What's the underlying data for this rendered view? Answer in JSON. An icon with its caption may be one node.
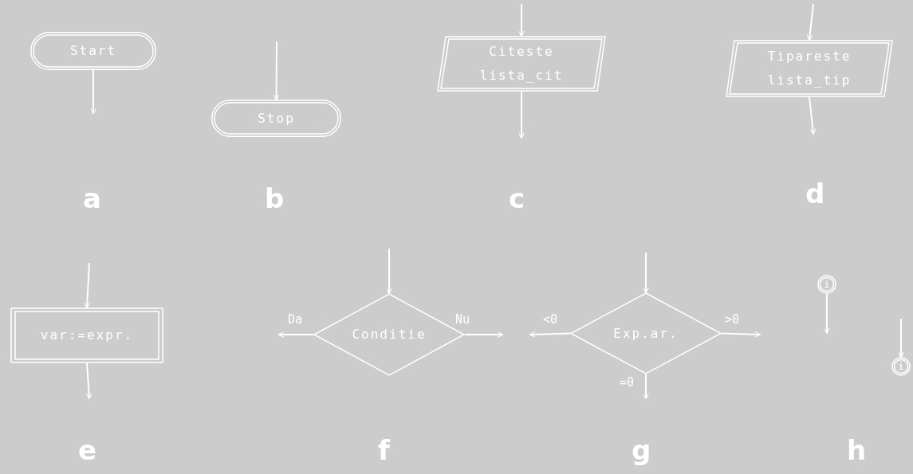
{
  "diagram": {
    "nodes": [
      {
        "text": [
          "Start"
        ]
      },
      {
        "text": [
          "Stop"
        ]
      },
      {
        "text": [
          "Citeste lista_cit"
        ]
      },
      {
        "text": [
          "Tipareste lista_tip"
        ]
      },
      {
        "text": [
          "var:=expr."
        ]
      },
      {
        "text": [
          "Conditie"
        ]
      },
      {
        "text": [
          "Exp.ar."
        ]
      },
      {
        "text": [
          "i"
        ]
      },
      {
        "text": [
          "i"
        ]
      }
    ],
    "edges": [
      {
        "from": 0,
        "to": null,
        "arrow": "to"
      },
      {
        "from": null,
        "to": 1,
        "arrow": "to"
      },
      {
        "from": null,
        "to": 2,
        "arrow": "to"
      },
      {
        "from": 2,
        "to": null,
        "arrow": "to"
      },
      {
        "from": null,
        "to": 3,
        "arrow": "to"
      },
      {
        "from": 3,
        "to": null,
        "arrow": "to"
      },
      {
        "from": null,
        "to": 4,
        "arrow": "to"
      },
      {
        "from": 4,
        "to": null,
        "arrow": "to"
      },
      {
        "from": null,
        "to": 5,
        "arrow": "to"
      },
      {
        "from": 5,
        "to": null,
        "arrow": "to",
        "label": "Da"
      },
      {
        "from": 5,
        "to": null,
        "arrow": "to",
        "label": "Nu"
      },
      {
        "from": null,
        "to": 6,
        "arrow": "to"
      },
      {
        "from": 6,
        "to": null,
        "arrow": "to",
        "label": "<0"
      },
      {
        "from": 6,
        "to": null,
        "arrow": "to",
        "label": ">0"
      },
      {
        "from": 6,
        "to": null,
        "arrow": "to",
        "label": "=0"
      },
      {
        "from": 7,
        "to": null,
        "arrow": "to"
      },
      {
        "from": null,
        "to": 8,
        "arrow": "to"
      }
    ],
    "labels": [
      "a",
      "b",
      "c",
      "d",
      "e",
      "f",
      "g",
      "h"
    ]
  }
}
